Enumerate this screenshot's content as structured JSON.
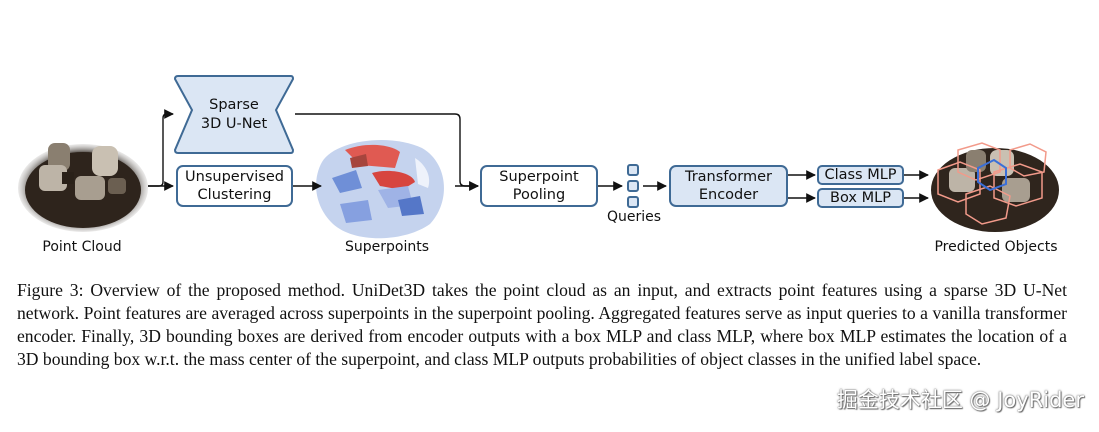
{
  "figure": {
    "labels": {
      "point_cloud": "Point Cloud",
      "superpoints": "Superpoints",
      "predicted_objects": "Predicted Objects",
      "queries": "Queries"
    },
    "blocks": {
      "unet": "Sparse\n3D U-Net",
      "clustering": "Unsupervised\nClustering",
      "pooling": "Superpoint\nPooling",
      "encoder": "Transformer\nEncoder",
      "class_mlp": "Class MLP",
      "box_mlp": "Box MLP"
    },
    "colors": {
      "block_fill": "#dbe6f4",
      "block_border": "#3f6a95",
      "arrow": "#111111",
      "prediction_boxes": "#f29a8a",
      "prediction_highlight_box": "#3a6fd8"
    }
  },
  "caption": "Figure 3: Overview of the proposed method. UniDet3D takes the point cloud as an input, and extracts point features using a sparse 3D U-Net network. Point features are averaged across superpoints in the superpoint pooling. Aggregated features serve as input queries to a vanilla transformer encoder. Finally, 3D bounding boxes are derived from encoder outputs with a box MLP and class MLP, where box MLP estimates the location of a 3D bounding box w.r.t. the mass center of the superpoint, and class MLP outputs probabilities of object classes in the unified label space.",
  "watermark": "掘金技术社区 @ JoyRider"
}
